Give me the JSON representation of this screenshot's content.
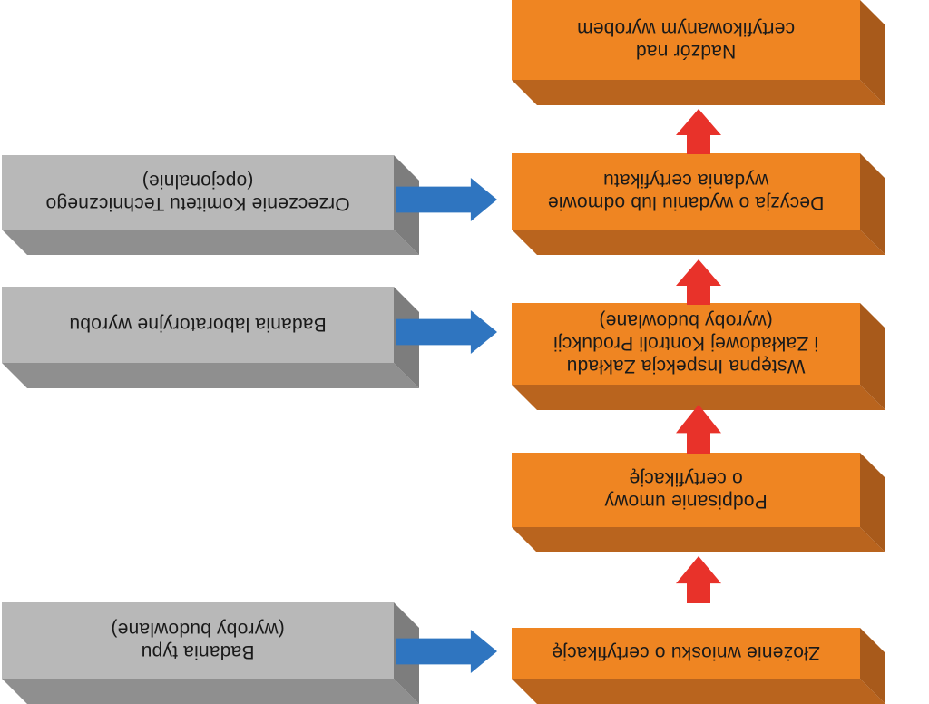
{
  "colors": {
    "orange_face": "#ef8522",
    "orange_side": "#a85a1b",
    "orange_bottom": "#b9641e",
    "grey_face": "#b8b8b8",
    "grey_side": "#7d7d7d",
    "grey_bottom": "#8f8f8f",
    "arrow_red": "#e8322a",
    "arrow_blue": "#2f75c0"
  },
  "orientation": "rotated-180",
  "process_steps": [
    {
      "lines": [
        "Złożenie wniosku o certyfikację"
      ]
    },
    {
      "lines": [
        "Podpisanie umowy",
        "o certyfikację"
      ]
    },
    {
      "lines": [
        "Wstępna Inspekcja Zakładu",
        "i Zakładowej Kontroli Produkcji",
        "(wyroby budowlane)"
      ]
    },
    {
      "lines": [
        "Decyzja o wydaniu lub odmowie",
        "wydania certyfikatu"
      ]
    },
    {
      "lines": [
        "Nadzór nad",
        "certyfikowanym wyrobem"
      ]
    }
  ],
  "side_steps": [
    {
      "lines": [
        "Badania typu",
        "(wyroby budowlane)"
      ]
    },
    {
      "lines": [
        "Badania laboratoryjne wyrobu"
      ]
    },
    {
      "lines": [
        "Orzeczenie Komitetu Technicznego",
        "(opcjonalnie)"
      ]
    }
  ]
}
